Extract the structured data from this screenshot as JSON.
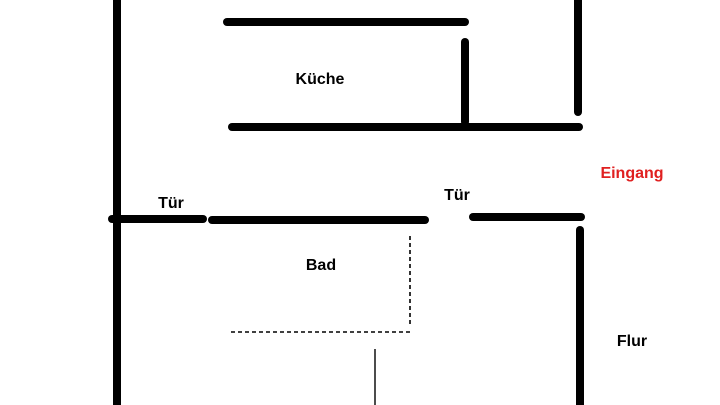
{
  "labels": {
    "kitchen": "Küche",
    "door_left": "Tür",
    "door_center": "Tür",
    "entrance": "Eingang",
    "bathroom": "Bad",
    "hallway": "Flur"
  },
  "colors": {
    "wall": "#000000",
    "text": "#000000",
    "entrance_text": "#e02020",
    "background": "#ffffff"
  }
}
